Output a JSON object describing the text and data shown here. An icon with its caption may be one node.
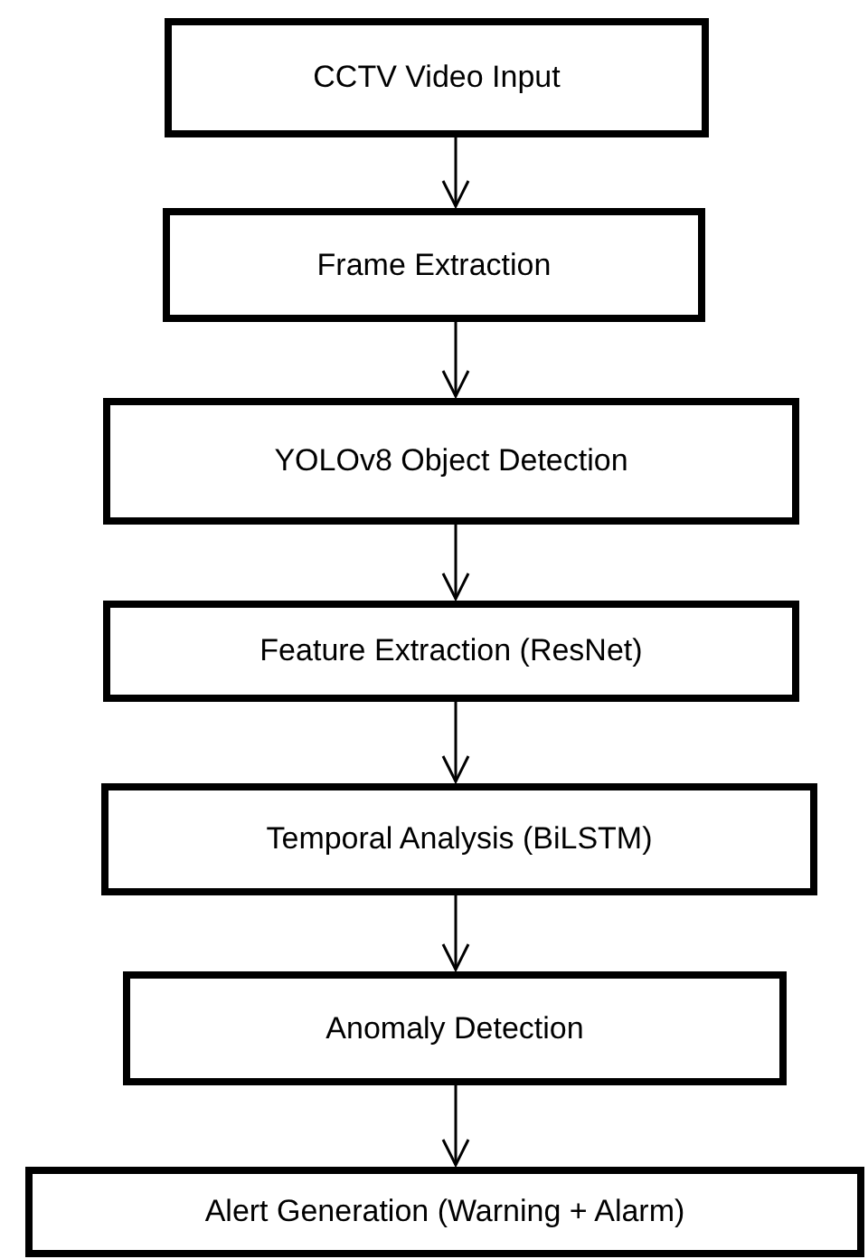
{
  "diagram": {
    "nodes": [
      {
        "text": [
          "CCTV Video Input"
        ]
      },
      {
        "text": [
          "Frame Extraction"
        ]
      },
      {
        "text": [
          "YOLOv8 Object Detection"
        ]
      },
      {
        "text": [
          "Feature Extraction (ResNet)"
        ]
      },
      {
        "text": [
          "Temporal Analysis (BiLSTM)"
        ]
      },
      {
        "text": [
          "Anomaly Detection"
        ]
      },
      {
        "text": [
          "Alert Generation (Warning + Alarm)"
        ]
      }
    ],
    "edges": [
      {
        "from": 0,
        "to": 1,
        "arrow": "to"
      },
      {
        "from": 1,
        "to": 2,
        "arrow": "to"
      },
      {
        "from": 2,
        "to": 3,
        "arrow": "to"
      },
      {
        "from": 3,
        "to": 4,
        "arrow": "to"
      },
      {
        "from": 4,
        "to": 5,
        "arrow": "to"
      },
      {
        "from": 5,
        "to": 6,
        "arrow": "to"
      }
    ]
  }
}
